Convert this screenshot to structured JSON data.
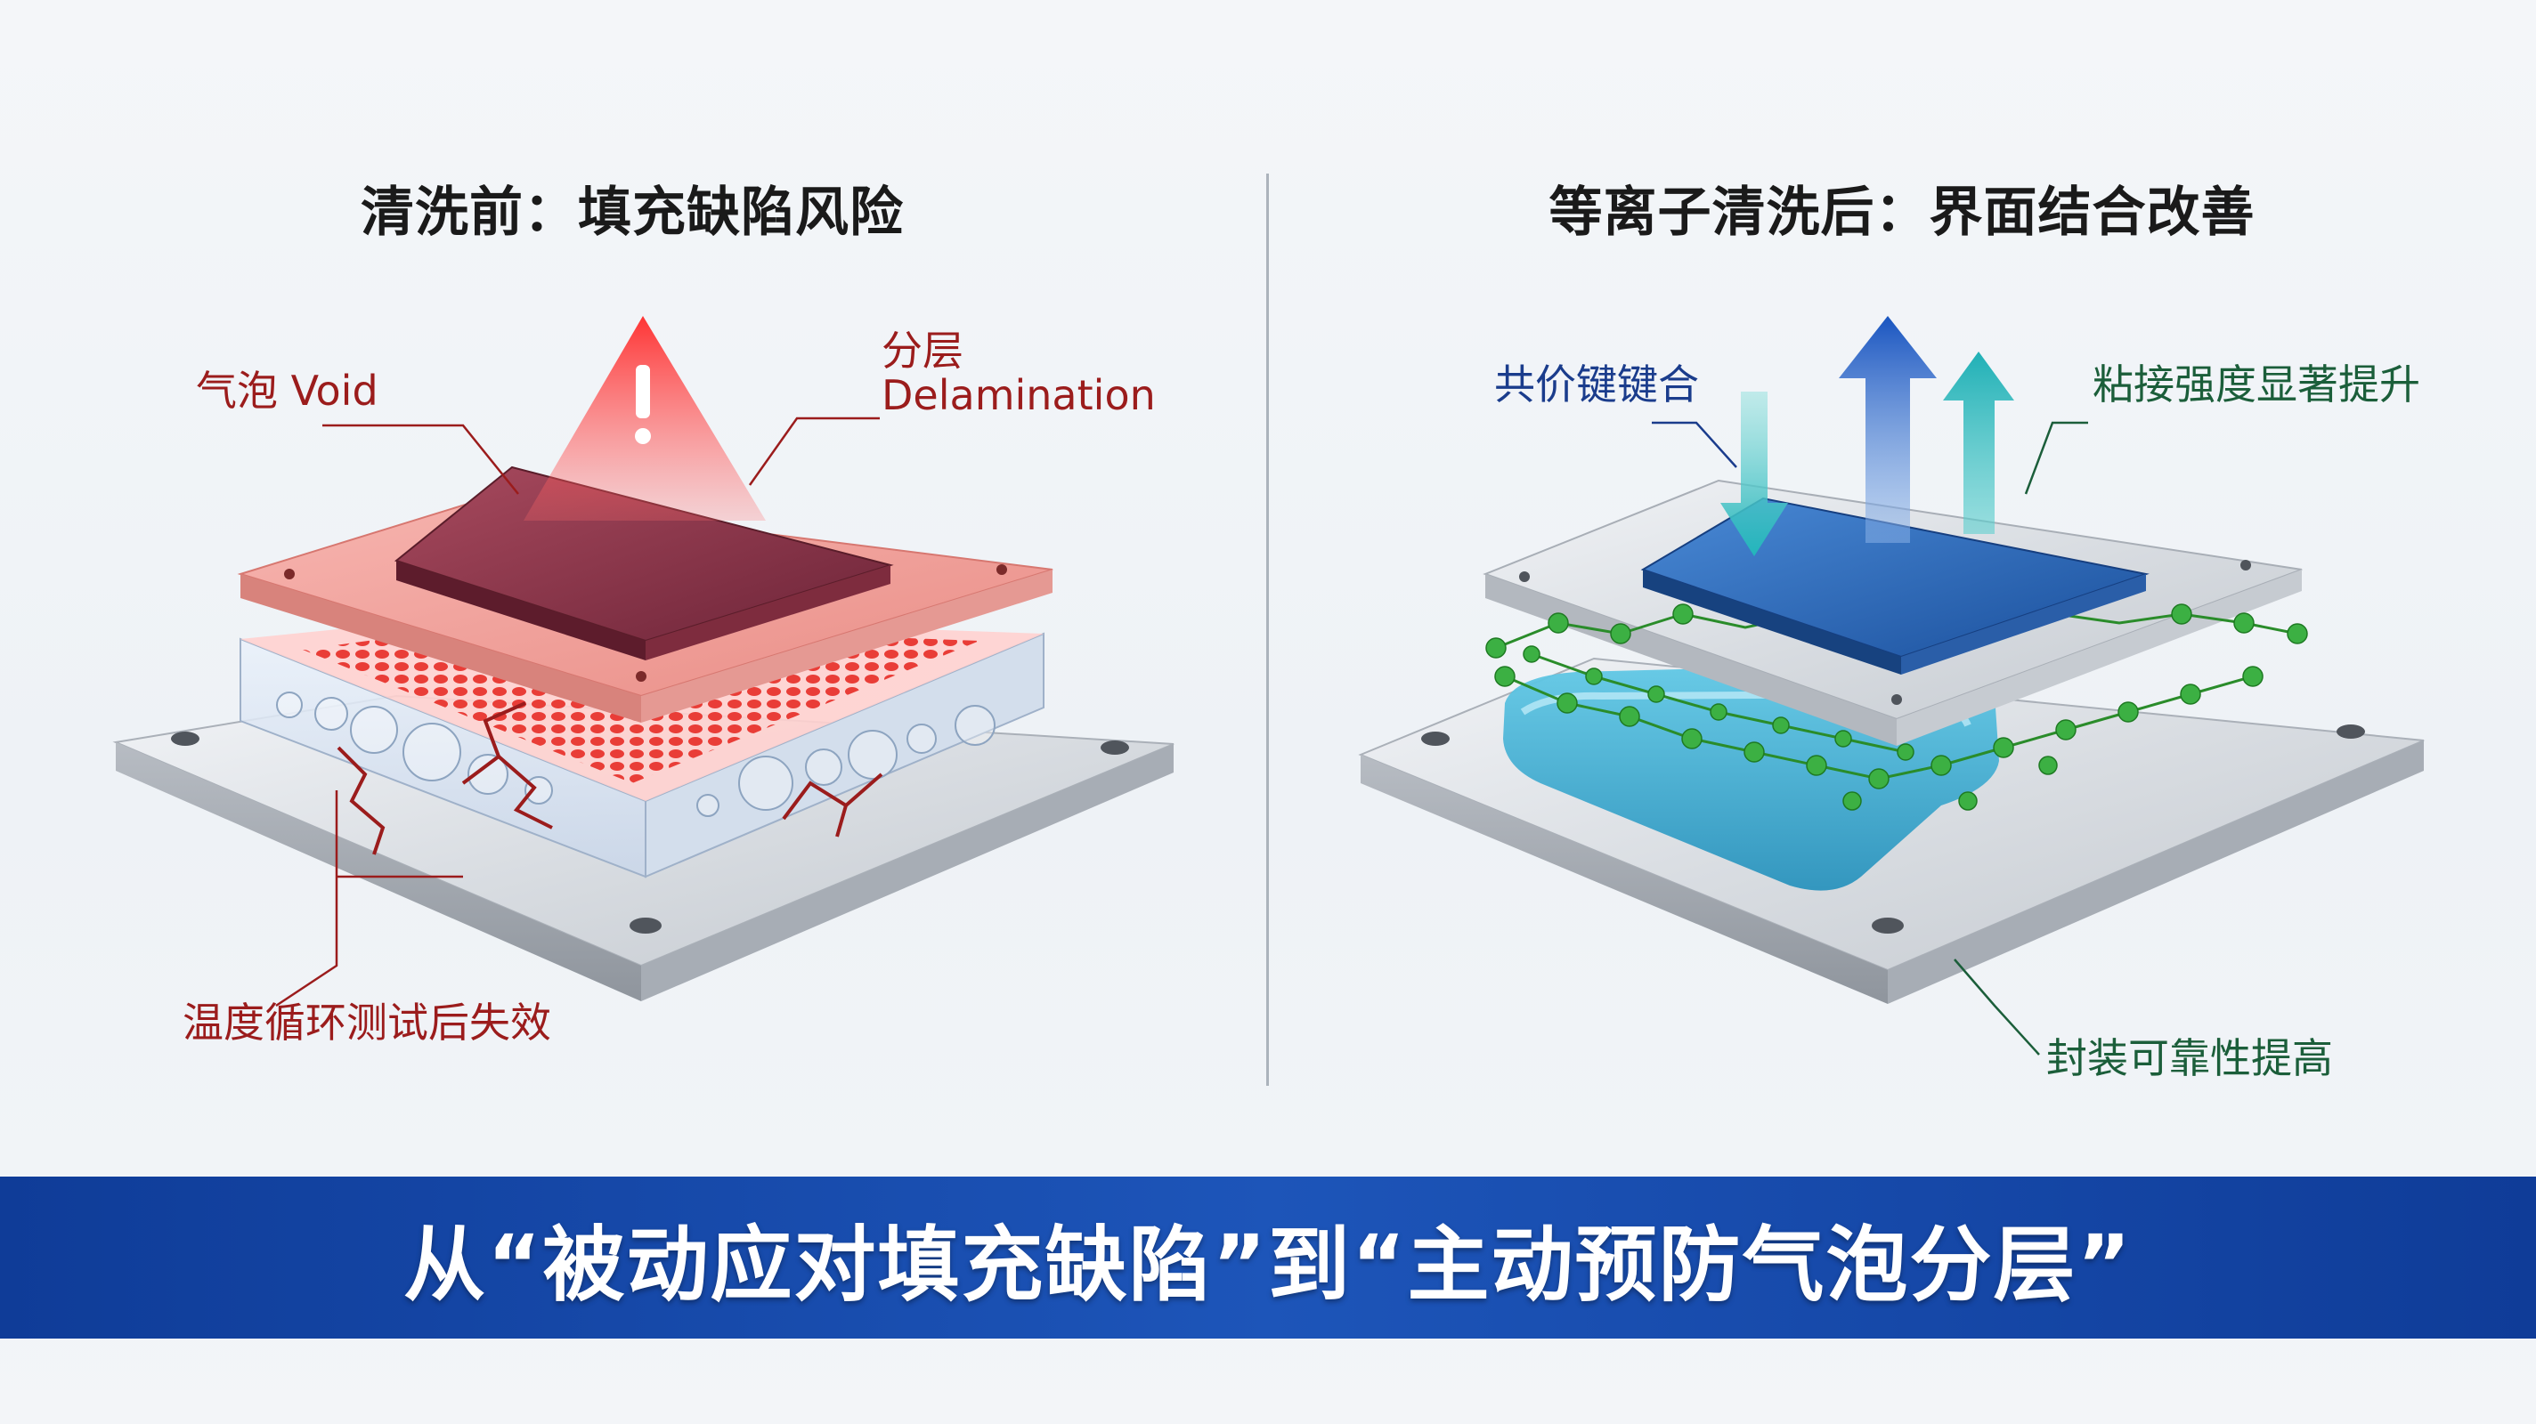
{
  "left_panel": {
    "title": "清洗前：填充缺陷风险",
    "callout_void": "气泡 Void",
    "callout_delam_cn": "分层",
    "callout_delam_en": "Delamination",
    "callout_failure": "温度循环测试后失效",
    "accent_color": "#e53935"
  },
  "right_panel": {
    "title": "等离子清洗后：界面结合改善",
    "callout_covalent": "共价键键合",
    "callout_adhesion": "粘接强度显著提升",
    "callout_reliability": "封装可靠性提高",
    "accent_color": "#1e63c8"
  },
  "banner": {
    "text": "从“被动应对填充缺陷”到“主动预防气泡分层”",
    "color": "#1447a8"
  },
  "icons": [
    "warning-icon",
    "arrow-up-icon",
    "arrow-down-icon"
  ]
}
